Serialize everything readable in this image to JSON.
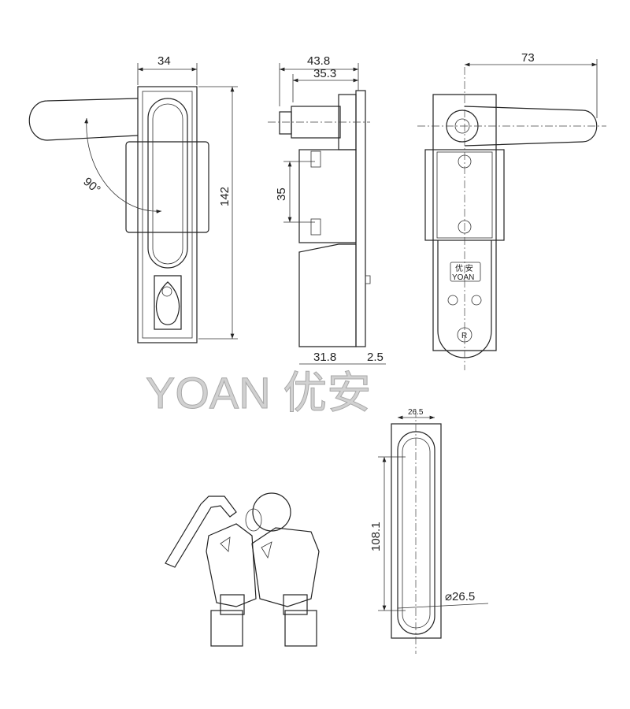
{
  "brand": {
    "watermark": "YOAN 优安",
    "label_cn": "优 安",
    "label_en": "YOAN",
    "registered_mark": "R"
  },
  "front_view": {
    "width": "34",
    "height": "142",
    "angle": "90°"
  },
  "side_view": {
    "depth_total": "43.8",
    "depth_inner": "35.3",
    "screw_spacing": "35",
    "body_depth": "31.8",
    "plate": "2.5"
  },
  "rear_view": {
    "handle_length": "73"
  },
  "bottom_view": {
    "width": "26.5",
    "length": "108.1",
    "diameter": "⌀26.5"
  },
  "colors": {
    "line": "#222222",
    "watermark": "#c9c9c9"
  }
}
